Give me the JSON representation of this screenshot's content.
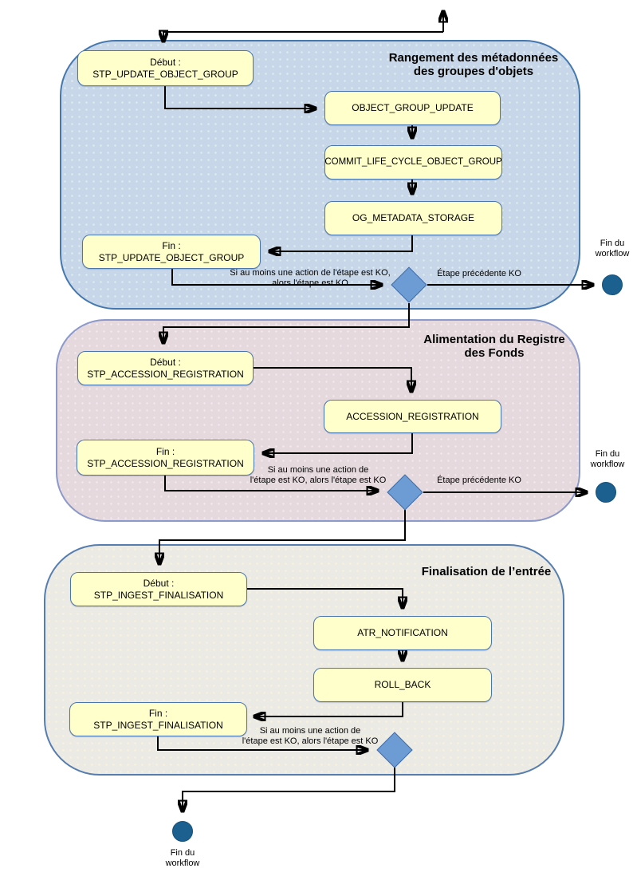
{
  "sections": [
    {
      "title": {
        "l1": "Rangement des métadonnées",
        "l2": "des groupes d'objets"
      },
      "nodes": {
        "start": {
          "l1": "Début :",
          "l2": "STP_UPDATE_OBJECT_GROUP"
        },
        "task1": "OBJECT_GROUP_UPDATE",
        "task2": "COMMIT_LIFE_CYCLE_OBJECT_GROUP",
        "task3": "OG_METADATA_STORAGE",
        "end": {
          "l1": "Fin :",
          "l2": "STP_UPDATE_OBJECT_GROUP"
        }
      },
      "labels": {
        "ko": {
          "l1": "Si au moins une action de l'étape est KO,",
          "l2": "alors l'étape est KO"
        },
        "edge": "Étape précédente KO",
        "end_event": {
          "l1": "Fin du",
          "l2": "workflow"
        }
      }
    },
    {
      "title": {
        "l1": "Alimentation du Registre",
        "l2": "des Fonds"
      },
      "nodes": {
        "start": {
          "l1": "Début :",
          "l2": "STP_ACCESSION_REGISTRATION"
        },
        "task1": "ACCESSION_REGISTRATION",
        "end": {
          "l1": "Fin :",
          "l2": "STP_ACCESSION_REGISTRATION"
        }
      },
      "labels": {
        "ko": {
          "l1": "Si au moins une action de",
          "l2": "l'étape est KO, alors l'étape est KO"
        },
        "edge": "Étape précédente KO",
        "end_event": {
          "l1": "Fin du",
          "l2": "workflow"
        }
      }
    },
    {
      "title": {
        "l1": "Finalisation de l’entrée"
      },
      "nodes": {
        "start": {
          "l1": "Début :",
          "l2": "STP_INGEST_FINALISATION"
        },
        "task1": "ATR_NOTIFICATION",
        "task2": "ROLL_BACK",
        "end": {
          "l1": "Fin :",
          "l2": "STP_INGEST_FINALISATION"
        }
      },
      "labels": {
        "ko": {
          "l1": "Si au moins une action de",
          "l2": "l'étape est KO, alors l'étape est KO"
        },
        "end_event": {
          "l1": "Fin du",
          "l2": "workflow"
        }
      }
    }
  ],
  "colors": {
    "section1_fill": "#c7d7e9",
    "section1_border": "#4678b0",
    "section2_fill": "#e5d9de",
    "section2_border": "#8b99cb",
    "section3_fill": "#ebeae5",
    "section3_border": "#567db0",
    "task_fill": "#ffffcc",
    "task_border": "#4a76ae",
    "gateway_fill": "#6d9bd4",
    "gateway_border": "#3f6da8",
    "end_event_fill": "#1b608f",
    "connector": "#000000"
  }
}
